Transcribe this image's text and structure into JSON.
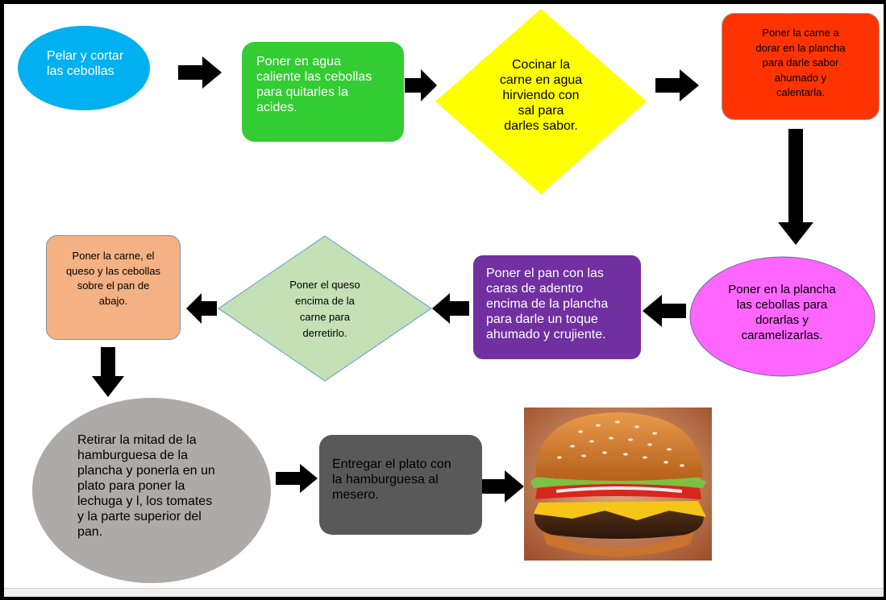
{
  "steps": {
    "s1": "Pelar y cortar\nlas cebollas",
    "s2": "Poner en agua\ncaliente las cebollas\npara quitarles la\nacides.",
    "s3": "Cocinar la\ncarne en agua\nhirviendo con\nsal para\ndarles sabor.",
    "s4": "Poner la carne a\ndorar en la plancha\npara darle sabor\nahumado y\ncalentarla.",
    "s5": "Poner en la plancha\nlas cebollas para\ndorarlas y\ncaramelizarlas.",
    "s6": "Poner el pan con las\ncaras de adentro\nencima de la plancha\npara darle un toque\nahumado y crujiente.",
    "s7": "Poner el queso\nencima de la\ncarne para\nderretirlo.",
    "s8": "Poner la carne, el\nqueso y las cebollas\nsobre el pan de\nabajo.",
    "s9": "Retirar la mitad de la\nhamburguesa de la\nplancha y ponerla en un\nplato para poner la\nlechuga y l, los tomates\ny la parte superior del\npan.",
    "s10": "Entregar el plato con\nla hamburguesa al\nmesero."
  },
  "image": {
    "subject": "hamburger-photo"
  },
  "colors": {
    "s1": "#00b0f0",
    "s2": "#33cc33",
    "s3": "#ffff00",
    "s4": "#ff3300",
    "s5": "#ff66ff",
    "s6": "#7030a0",
    "s7": "#c5e0b4",
    "s8": "#f4b183",
    "s9": "#aeaaaa",
    "s10": "#595959"
  }
}
